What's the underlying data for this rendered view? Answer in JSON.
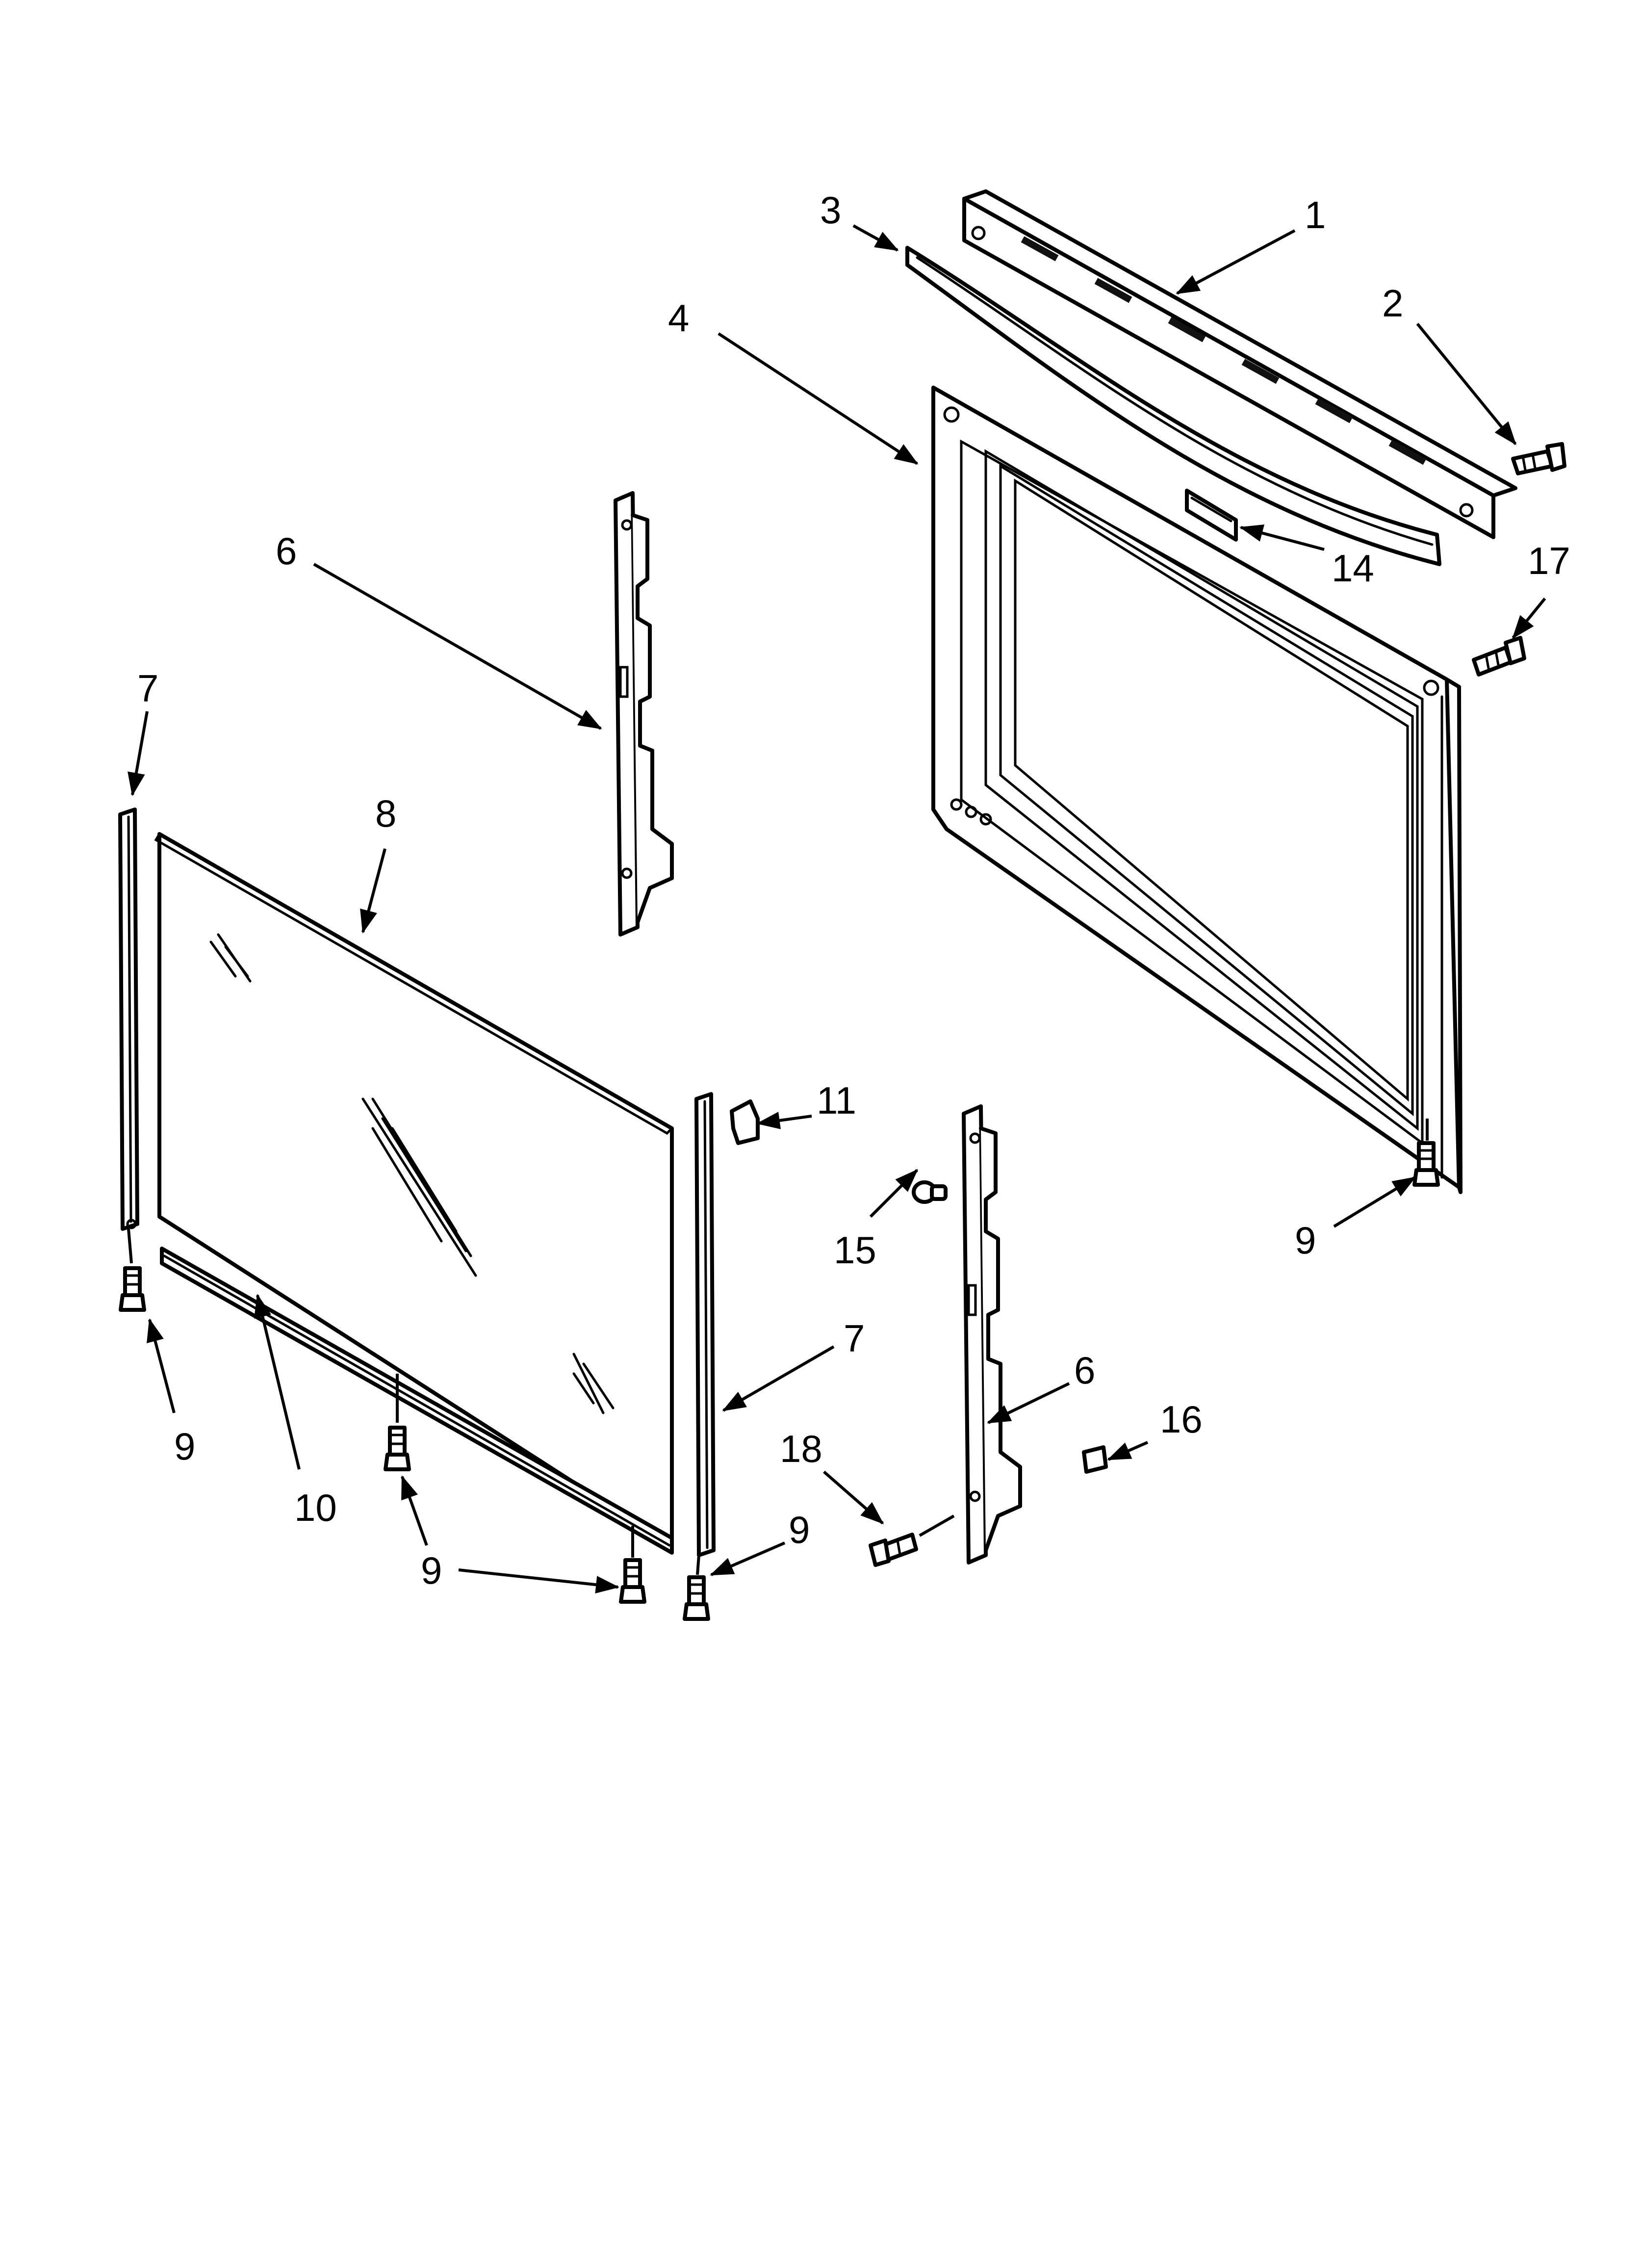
{
  "diagram": {
    "kind": "exploded-parts-view",
    "callouts": [
      {
        "id": "c1",
        "label": "1"
      },
      {
        "id": "c2",
        "label": "2"
      },
      {
        "id": "c3",
        "label": "3"
      },
      {
        "id": "c4",
        "label": "4"
      },
      {
        "id": "c6a",
        "label": "6"
      },
      {
        "id": "c6b",
        "label": "6"
      },
      {
        "id": "c7a",
        "label": "7"
      },
      {
        "id": "c7b",
        "label": "7"
      },
      {
        "id": "c8",
        "label": "8"
      },
      {
        "id": "c9a",
        "label": "9"
      },
      {
        "id": "c9b",
        "label": "9"
      },
      {
        "id": "c9c",
        "label": "9"
      },
      {
        "id": "c9d",
        "label": "9"
      },
      {
        "id": "c10",
        "label": "10"
      },
      {
        "id": "c11",
        "label": "11"
      },
      {
        "id": "c14",
        "label": "14"
      },
      {
        "id": "c15",
        "label": "15"
      },
      {
        "id": "c16",
        "label": "16"
      },
      {
        "id": "c17",
        "label": "17"
      },
      {
        "id": "c18",
        "label": "18"
      }
    ]
  }
}
